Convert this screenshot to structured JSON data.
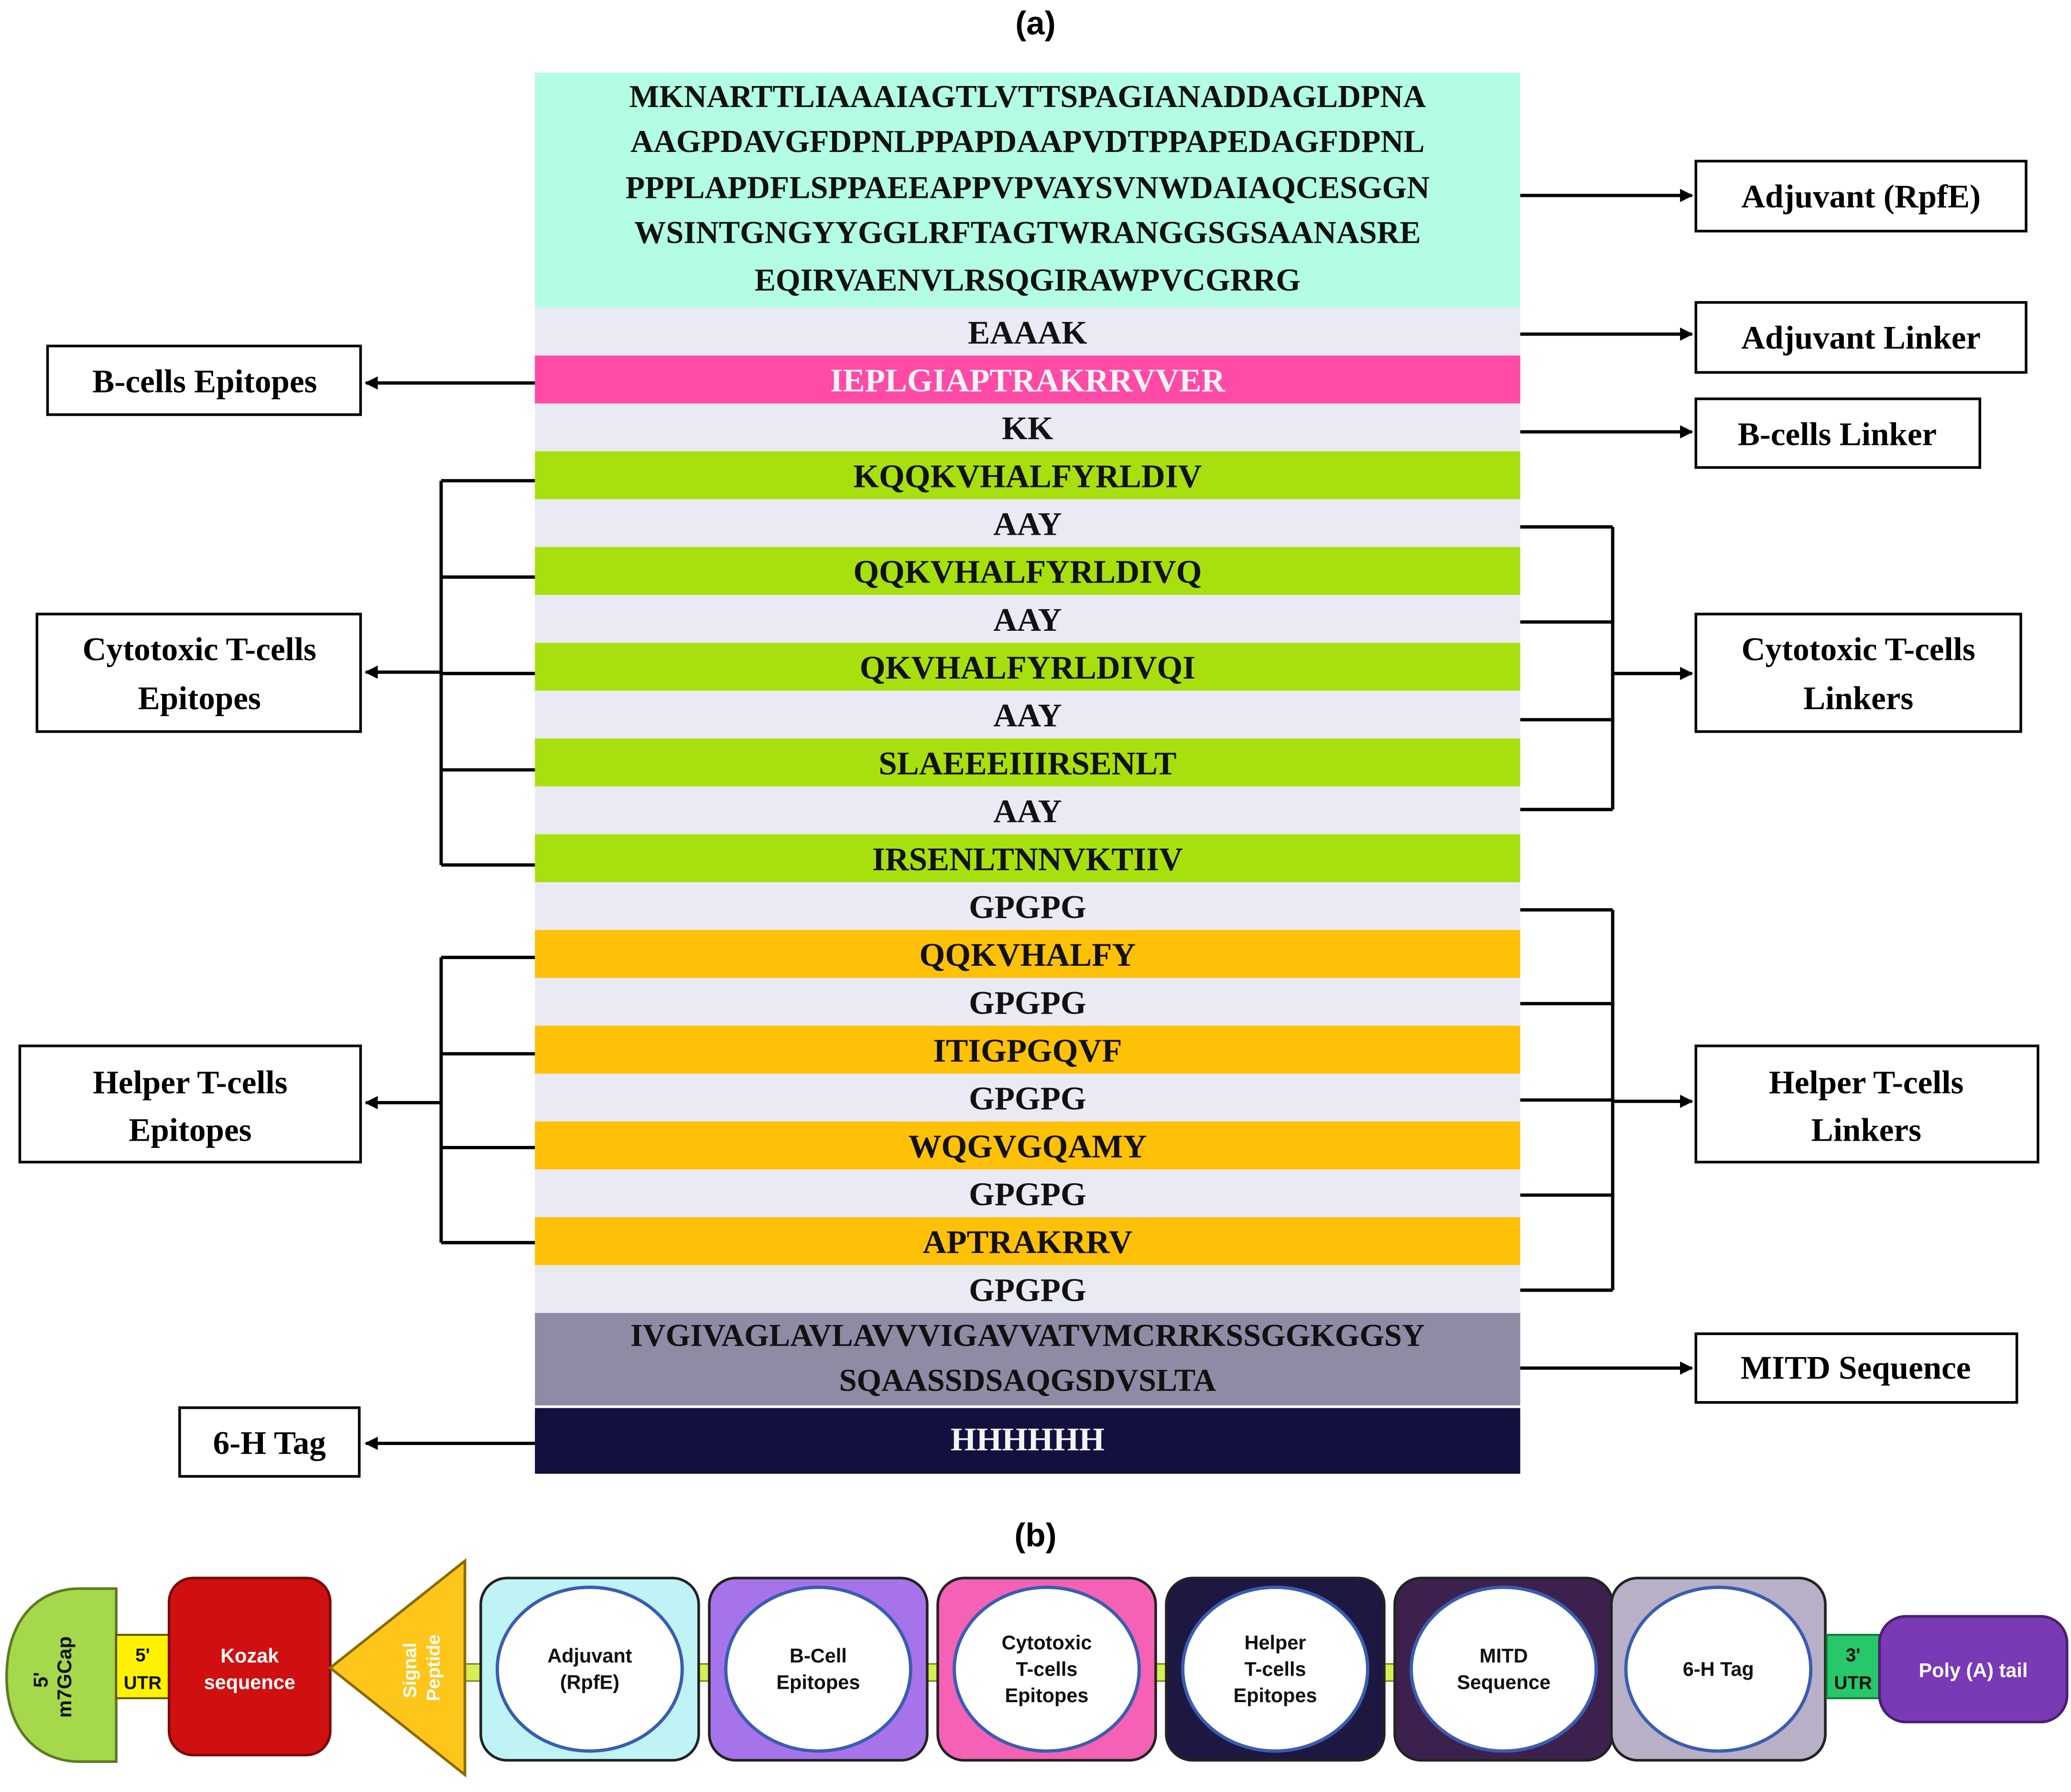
{
  "panel_a": {
    "label": "(a)",
    "adjuvant_sequence": [
      "MKNARTTLIAAAIAGTLVTTSPAGIANADDAGLDPNA",
      "AAGPDAVGFDPNLPPAPDAAPVDTPPAPEDAGFDPNL",
      "PPPLAPDFLSPPAEEAPPVPVAYSVNWDAIAQCESGGN",
      "WSINTGNGYYGGLRFTAGTWRANGGSGSAANASRE",
      "EQIRVAENVLRSQGIRAWPVCGRRG"
    ],
    "rows": [
      {
        "text": "EAAAK",
        "kind": "linker"
      },
      {
        "text": "IEPLGIAPTRAKRRVVER",
        "kind": "bcell"
      },
      {
        "text": "KK",
        "kind": "linker"
      },
      {
        "text": "KQQKVHALFYRLDIV",
        "kind": "ctl"
      },
      {
        "text": "AAY",
        "kind": "linker"
      },
      {
        "text": "QQKVHALFYRLDIVQ",
        "kind": "ctl"
      },
      {
        "text": "AAY",
        "kind": "linker"
      },
      {
        "text": "QKVHALFYRLDIVQI",
        "kind": "ctl"
      },
      {
        "text": "AAY",
        "kind": "linker"
      },
      {
        "text": "SLAEEEIIIRSENLT",
        "kind": "ctl"
      },
      {
        "text": "AAY",
        "kind": "linker"
      },
      {
        "text": "IRSENLTNNVKTIIV",
        "kind": "ctl"
      },
      {
        "text": "GPGPG",
        "kind": "linker"
      },
      {
        "text": "QQKVHALFY",
        "kind": "htl"
      },
      {
        "text": "GPGPG",
        "kind": "linker"
      },
      {
        "text": "ITIGPGQVF",
        "kind": "htl"
      },
      {
        "text": "GPGPG",
        "kind": "linker"
      },
      {
        "text": "WQGVGQAMY",
        "kind": "htl"
      },
      {
        "text": "GPGPG",
        "kind": "linker"
      },
      {
        "text": "APTRAKRRV",
        "kind": "htl"
      },
      {
        "text": "GPGPG",
        "kind": "linker"
      }
    ],
    "mitd_sequence": [
      "IVGIVAGLAVLAVVVIGAVVATVMCRRKSSGGKGGSY",
      "SQAASSDSAQGSDVSLTA"
    ],
    "tag_sequence": "HHHHHH",
    "labels": {
      "adjuvant": "Adjuvant (RpfE)",
      "adjuvant_linker": "Adjuvant Linker",
      "bcell_epitopes": "B-cells Epitopes",
      "bcell_linker": "B-cells Linker",
      "ctl_epitopes": [
        "Cytotoxic T-cells",
        "Epitopes"
      ],
      "ctl_linkers": [
        "Cytotoxic T-cells",
        "Linkers"
      ],
      "htl_epitopes": [
        "Helper T-cells",
        "Epitopes"
      ],
      "htl_linkers": [
        "Helper T-cells",
        "Linkers"
      ],
      "mitd": "MITD Sequence",
      "tag": "6-H Tag"
    },
    "colors": {
      "adjuvant": "#b3fde2",
      "linker": "#e9eaf4",
      "bcell": "#ff4aa6",
      "ctl": "#a7e00e",
      "htl": "#ffc107",
      "mitd": "#918aa4",
      "tag": "#130f3e"
    }
  },
  "panel_b": {
    "label": "(b)",
    "cap": [
      "5'",
      "m7GCap"
    ],
    "utr5": [
      "5'",
      "UTR"
    ],
    "kozak": [
      "Kozak",
      "sequence"
    ],
    "signal": [
      "Signal",
      "Peptide"
    ],
    "modules": [
      {
        "lines": [
          "Adjuvant",
          "(RpfE)"
        ],
        "color": "#bff3f6"
      },
      {
        "lines": [
          "B-Cell",
          "Epitopes"
        ],
        "color": "#a773ea"
      },
      {
        "lines": [
          "Cytotoxic",
          "T-cells",
          "Epitopes"
        ],
        "color": "#f561b5"
      },
      {
        "lines": [
          "Helper",
          "T-cells",
          "Epitopes"
        ],
        "color": "#1d1842"
      },
      {
        "lines": [
          "MITD",
          "Sequence"
        ],
        "color": "#3c214f"
      },
      {
        "lines": [
          "6-H Tag"
        ],
        "color": "#b7b0c7"
      }
    ],
    "utr3": [
      "3'",
      "UTR"
    ],
    "polya": "Poly (A) tail",
    "colors": {
      "cap": "#a5d84b",
      "utr5": "#fff200",
      "kozak": "#d01010",
      "signal": "#fec51a",
      "utr3": "#27c86a",
      "polya": "#7a39b5",
      "backbone": "#d6ef54"
    }
  }
}
